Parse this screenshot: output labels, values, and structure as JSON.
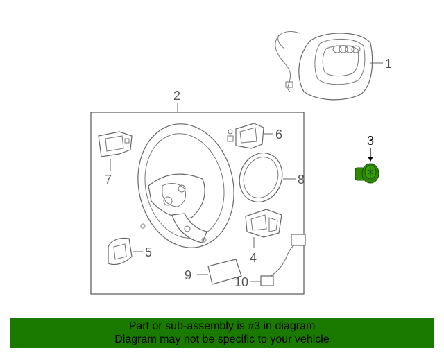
{
  "callouts": {
    "c1": "1",
    "c2": "2",
    "c3": "3",
    "c4": "4",
    "c5": "5",
    "c6": "6",
    "c7": "7",
    "c8": "8",
    "c9": "9",
    "c10": "10"
  },
  "highlighted_part": "3",
  "colors": {
    "banner_bg": "#1a7a00",
    "highlight_part": "#2e8b00",
    "line": "#666666"
  },
  "banner": {
    "line1": "Part or sub-assembly is #3 in diagram",
    "line2": "Diagram may not be specific to your vehicle"
  }
}
